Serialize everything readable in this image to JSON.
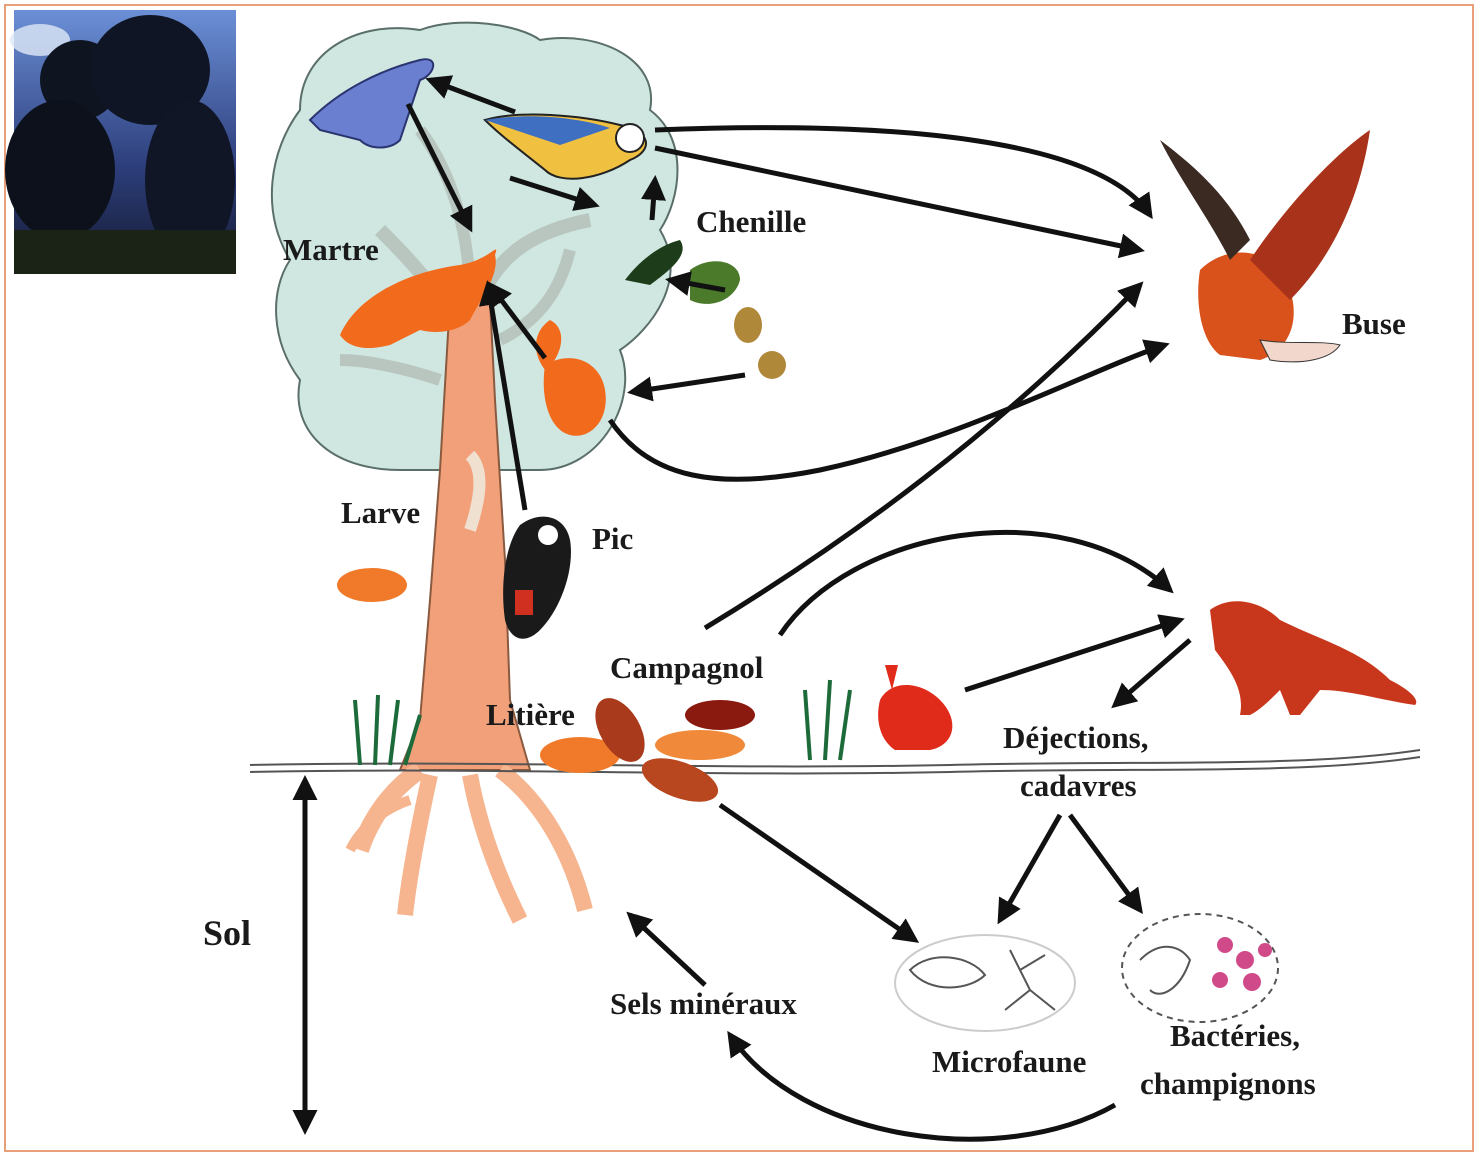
{
  "labels": {
    "martre": "Martre",
    "chenille": "Chenille",
    "buse": "Buse",
    "larve": "Larve",
    "pic": "Pic",
    "campagnol": "Campagnol",
    "litiere": "Litière",
    "dejections_line1": "Déjections,",
    "dejections_line2": "cadavres",
    "sol": "Sol",
    "sels": "Sels minéraux",
    "microfaune": "Microfaune",
    "bacteries_line1": "Bactéries,",
    "bacteries_line2": "champignons"
  },
  "colors": {
    "frame": "#e8a07a",
    "canopy": "#cfe7e0",
    "trunk": "#f2a07a",
    "animals_orange": "#f26a1b",
    "fox_red": "#c8361c",
    "arrow": "#111111"
  }
}
